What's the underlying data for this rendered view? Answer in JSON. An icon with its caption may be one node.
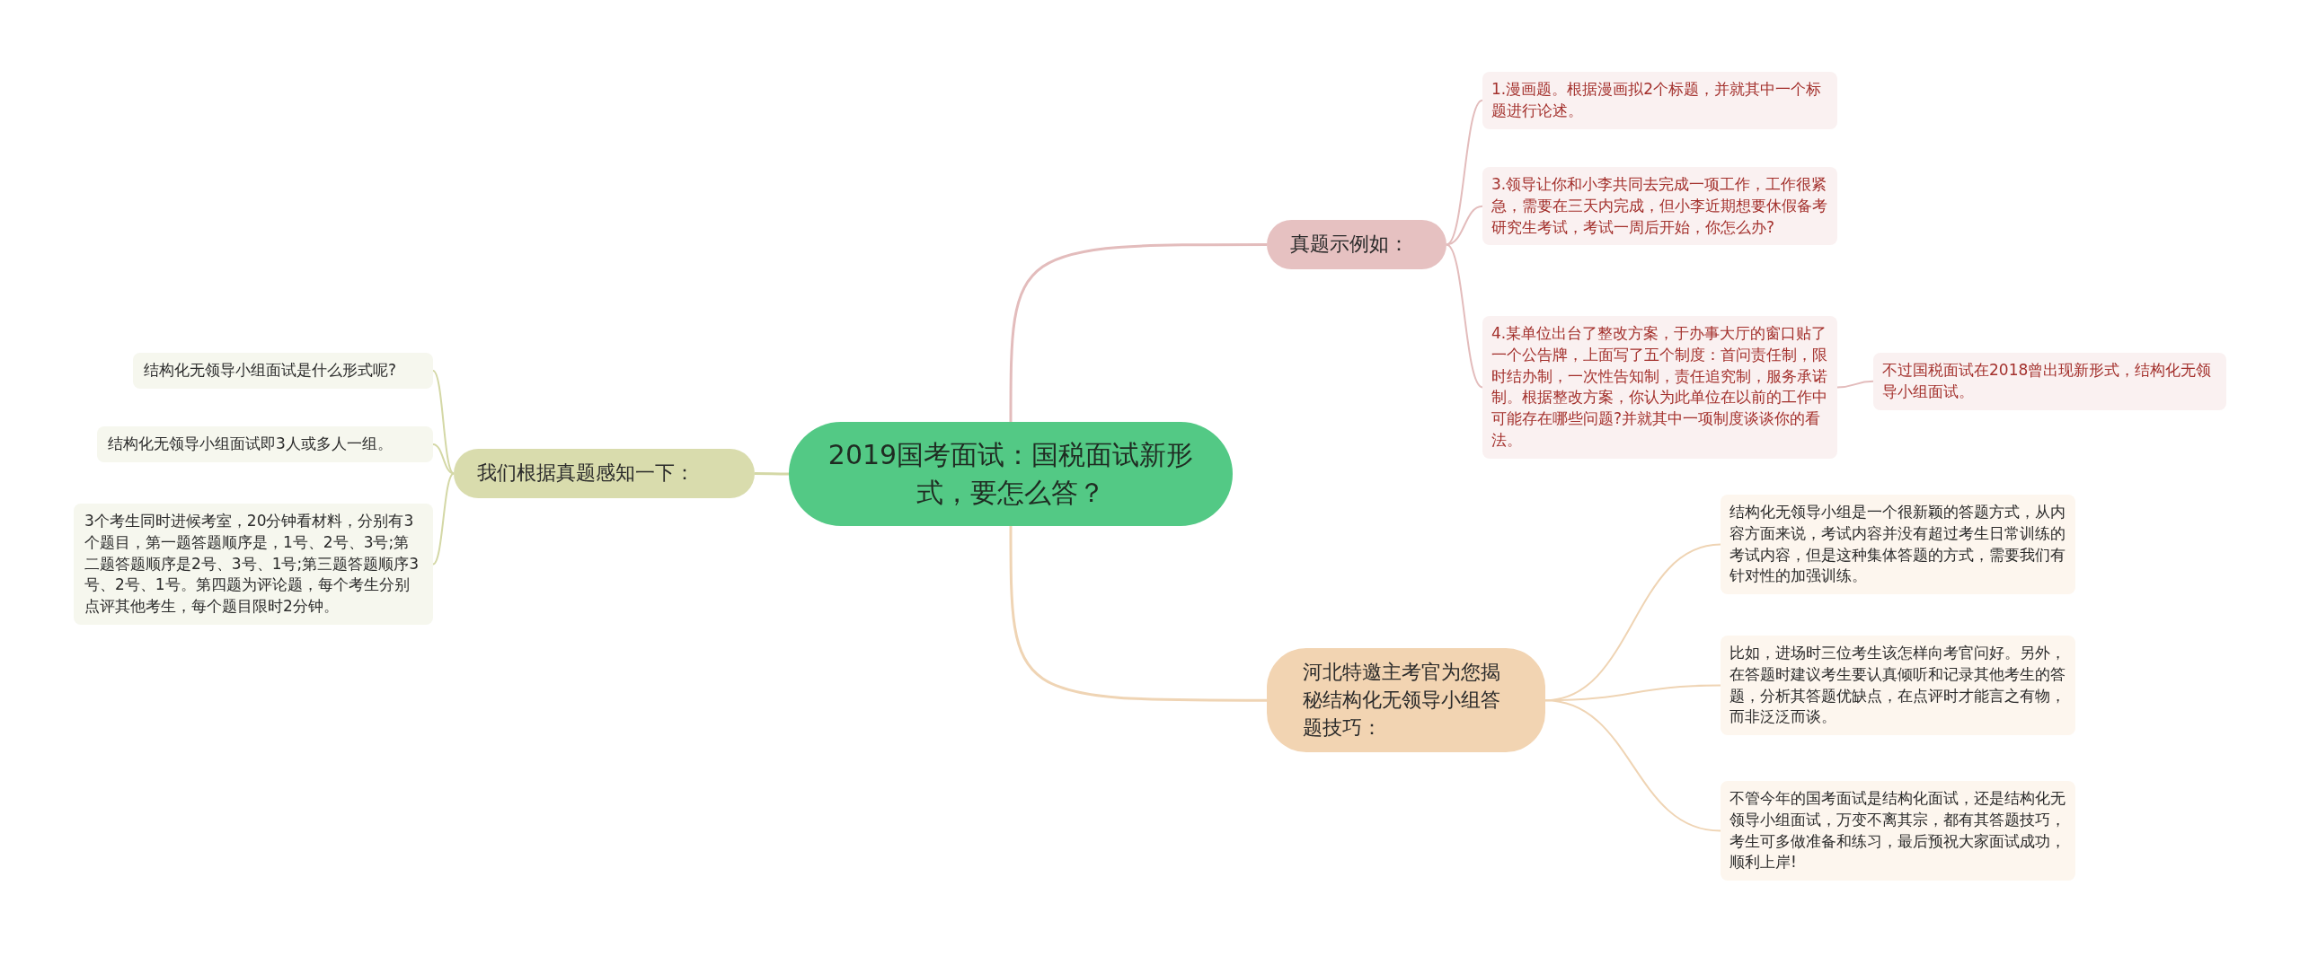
{
  "diagram": {
    "nodes": [
      {
        "text": [
          "2019国考面试：国税面试新形式，要怎么答？"
        ]
      },
      {
        "text": [
          "真题示例如："
        ]
      },
      {
        "text": [
          "1.漫画题。根据漫画拟2个标题，并就其中一个标题进行论述。"
        ]
      },
      {
        "text": [
          "3.领导让你和小李共同去完成一项工作，工作很紧急，需要在三天内完成，但小李近期想要休假备考研究生考试，考试一周后开始，你怎么办?"
        ]
      },
      {
        "text": [
          "4.某单位出台了整改方案，于办事大厅的窗口贴了一个公告牌，上面写了五个制度：首问责任制，限时结办制，一次性告知制，责任追究制，服务承诺制。根据整改方案，你认为此单位在以前的工作中可能存在哪些问题?并就其中一项制度谈谈你的看法。"
        ]
      },
      {
        "text": [
          "不过国税面试在2018曾出现新形式，结构化无领导小组面试。"
        ]
      },
      {
        "text": [
          "河北特邀主考官为您揭秘结构化无领导小组答题技巧："
        ]
      },
      {
        "text": [
          "结构化无领导小组是一个很新颖的答题方式，从内容方面来说，考试内容并没有超过考生日常训练的考试内容，但是这种集体答题的方式，需要我们有针对性的加强训练。"
        ]
      },
      {
        "text": [
          "比如，进场时三位考生该怎样向考官问好。另外，在答题时建议考生要认真倾听和记录其他考生的答题，分析其答题优缺点，在点评时才能言之有物，而非泛泛而谈。"
        ]
      },
      {
        "text": [
          "不管今年的国考面试是结构化面试，还是结构化无领导小组面试，万变不离其宗，都有其答题技巧，考生可多做准备和练习，最后预祝大家面试成功，顺利上岸!"
        ]
      },
      {
        "text": [
          "我们根据真题感知一下："
        ]
      },
      {
        "text": [
          "结构化无领导小组面试是什么形式呢?"
        ]
      },
      {
        "text": [
          "结构化无领导小组面试即3人或多人一组。"
        ]
      },
      {
        "text": [
          "3个考生同时进候考室，20分钟看材料，分别有3个题目，第一题答题顺序是，1号、2号、3号;第二题答题顺序是2号、3号、1号;第三题答题顺序3号、2号、1号。第四题为评论题，每个考生分别点评其他考生，每个题目限时2分钟。"
        ]
      }
    ],
    "edges": [
      {
        "from": 0,
        "to": 1,
        "arrow": "none",
        "color": "#e3bcbc"
      },
      {
        "from": 1,
        "to": 2,
        "arrow": "none",
        "color": "#e3bcbc"
      },
      {
        "from": 1,
        "to": 3,
        "arrow": "none",
        "color": "#e3bcbc"
      },
      {
        "from": 1,
        "to": 4,
        "arrow": "none",
        "color": "#e3bcbc"
      },
      {
        "from": 4,
        "to": 5,
        "arrow": "none",
        "color": "#e3bcbc"
      },
      {
        "from": 0,
        "to": 6,
        "arrow": "none",
        "color": "#efd4b4"
      },
      {
        "from": 6,
        "to": 7,
        "arrow": "none",
        "color": "#efd4b4"
      },
      {
        "from": 6,
        "to": 8,
        "arrow": "none",
        "color": "#efd4b4"
      },
      {
        "from": 6,
        "to": 9,
        "arrow": "none",
        "color": "#efd4b4"
      },
      {
        "from": 0,
        "to": 10,
        "arrow": "none",
        "color": "#d4d8a6"
      },
      {
        "from": 10,
        "to": 11,
        "arrow": "none",
        "color": "#d4d8a6"
      },
      {
        "from": 10,
        "to": 12,
        "arrow": "none",
        "color": "#d4d8a6"
      },
      {
        "from": 10,
        "to": 13,
        "arrow": "none",
        "color": "#d4d8a6"
      }
    ]
  }
}
